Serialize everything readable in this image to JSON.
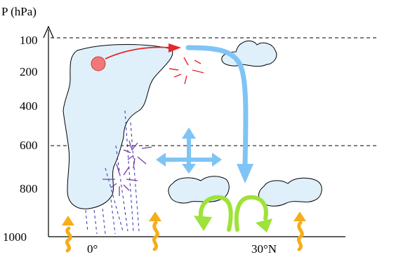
{
  "axis": {
    "y_label": "P (hPa)",
    "ticks": [
      "100",
      "200",
      "400",
      "600",
      "800",
      "1000"
    ]
  },
  "x_axis": {
    "labels": [
      "0°",
      "30°N"
    ]
  },
  "colors": {
    "deep_cloud_fill": "#dff0fb",
    "outline": "#000000",
    "warm_parcel": "#f07878",
    "ice_burst": "#e8262b",
    "mixing_burst": "#7b3aa0",
    "rain_lines": "#2a2fb5",
    "subsidence_arrow": "#7fc4f5",
    "mixing_arrows": "#7fc4f5",
    "shallow_circulation": "#9ee23a",
    "surface_heat": "#f6ad1a"
  },
  "icons": {
    "surface_heat": "wavy-heat-arrow-icon",
    "subsidence": "curved-down-arrow-icon",
    "mixing": "four-way-arrow-icon",
    "circulation": "curved-green-arrow-icon"
  }
}
